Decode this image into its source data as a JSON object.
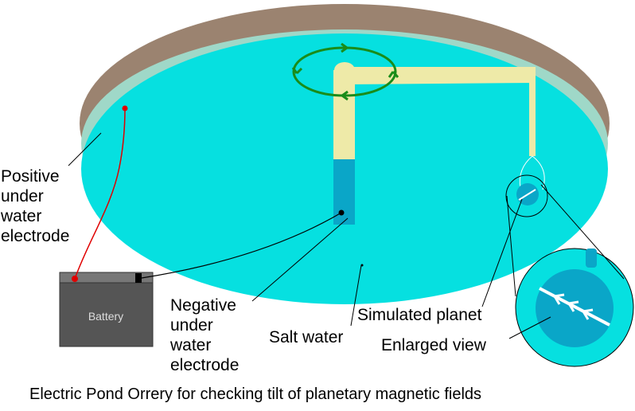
{
  "labels": {
    "positive_electrode": [
      "Positive",
      "under",
      "water",
      "electrode"
    ],
    "negative_electrode": [
      "Negative",
      "under",
      "water",
      "electrode"
    ],
    "salt_water": "Salt water",
    "simulated_planet": "Simulated planet",
    "enlarged_view": "Enlarged view",
    "battery": "Battery"
  },
  "caption": "Electric Pond Orrery for checking tilt of planetary magnetic fields",
  "colors": {
    "pond_rim": "#9b8370",
    "pond_inner_wall": "#9fd8c8",
    "salt_water": "#06e0e0",
    "arm": "#eeeaa8",
    "electrode": "#0aa6c8",
    "rotation_ring": "#1a8c1a",
    "battery_body": "#555555",
    "wire": "#e00000"
  }
}
